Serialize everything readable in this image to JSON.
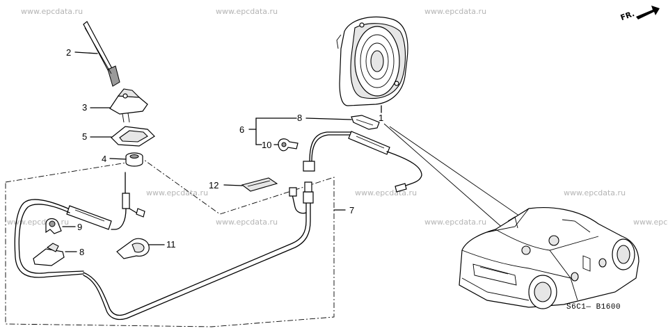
{
  "watermark_text": "www.epcdata.ru",
  "direction_label": "FR.",
  "diagram_code": "S6C1— B1600",
  "callouts": {
    "c1": "1",
    "c2": "2",
    "c3": "3",
    "c4": "4",
    "c5": "5",
    "c6": "6",
    "c7": "7",
    "c8a": "8",
    "c8b": "8",
    "c9": "9",
    "c10": "10",
    "c11": "11",
    "c12": "12"
  }
}
